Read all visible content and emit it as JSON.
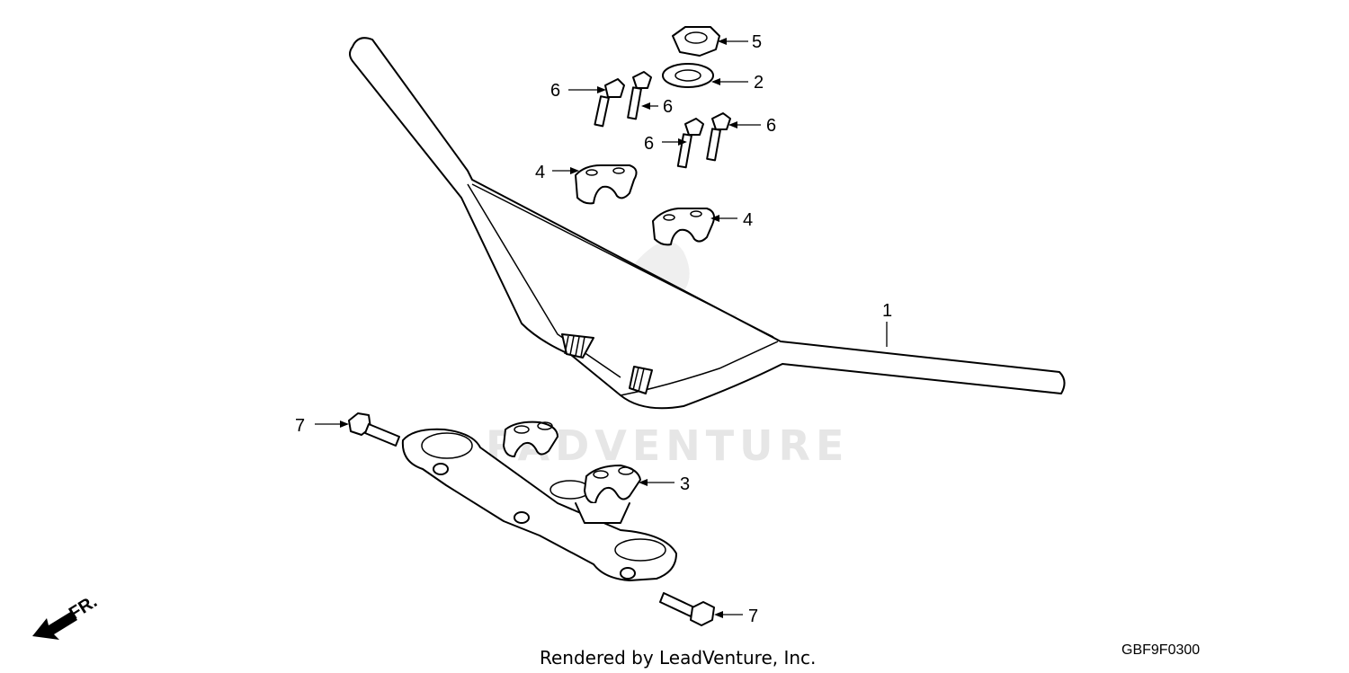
{
  "diagram": {
    "watermark": "PADVENTURE",
    "callouts": {
      "handlebar": "1",
      "washer": "2",
      "upper_bridge": "3",
      "holder_left": "4",
      "holder_right": "4",
      "nut": "5",
      "bolt_a": "6",
      "bolt_b": "6",
      "bolt_c": "6",
      "bolt_d": "6",
      "bolt_bridge_upper": "7",
      "bolt_bridge_lower": "7"
    },
    "direction_label": "FR.",
    "footer": "Rendered by LeadVenture, Inc.",
    "diagram_code": "GBF9F0300"
  }
}
